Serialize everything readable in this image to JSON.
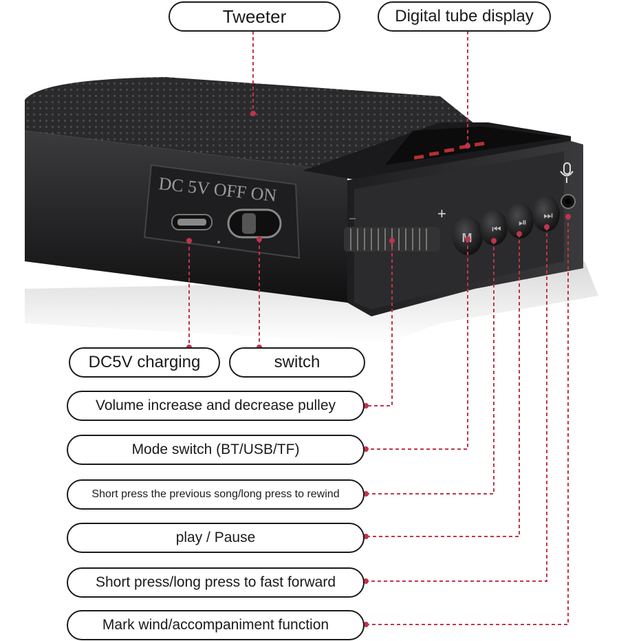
{
  "colors": {
    "leader_line": "#c0344c",
    "display_digits": "#e23a3a",
    "label_border": "#1a1a1a"
  },
  "device": {
    "port_panel_text": "DC 5V OFF ON",
    "mode_button_glyph": "M",
    "prev_button_glyph": "⏮",
    "play_button_glyph": "⏯",
    "next_button_glyph": "⏭",
    "volume_plus": "+",
    "volume_minus": "–",
    "mic_icon": "microphone-icon"
  },
  "labels": {
    "tweeter": "Tweeter",
    "display": "Digital tube display",
    "charging": "DC5V charging",
    "switch": "switch",
    "volume": "Volume increase and decrease pulley",
    "mode": "Mode switch (BT/USB/TF)",
    "prev": "Short press the previous song/long press to rewind",
    "play": "play / Pause",
    "next": "Short press/long press to fast forward",
    "mic": "Mark wind/accompaniment function"
  }
}
